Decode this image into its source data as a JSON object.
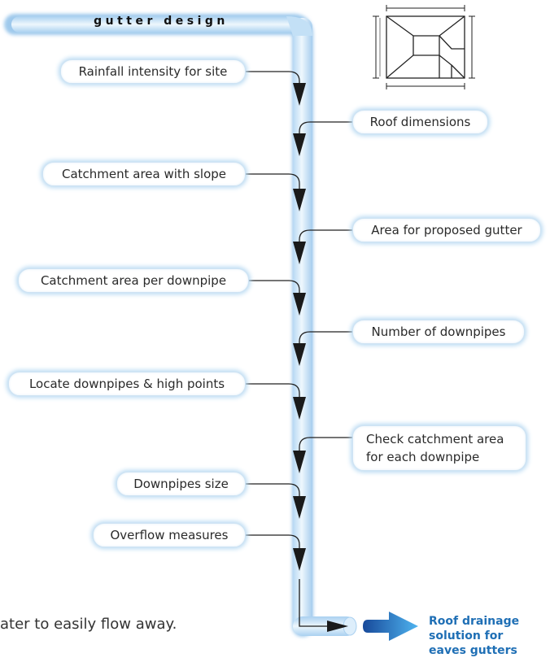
{
  "diagram": {
    "title": "gutter design",
    "left_steps": [
      "Rainfall intensity for site",
      "Catchment area with slope",
      "Catchment area  per downpipe",
      "Locate downpipes & high points",
      "Downpipes size",
      "Overflow measures"
    ],
    "right_steps": [
      "Roof dimensions",
      "Area for proposed gutter",
      "Number of downpipes"
    ],
    "right_step_multiline": [
      "Check catchment area",
      "for each downpipe"
    ],
    "result_lines": [
      "Roof drainage",
      "solution for",
      "eaves gutters"
    ],
    "background_text": "ater to easily flow away.",
    "icons": [
      "roof-plan-icon",
      "arrow-right-icon"
    ],
    "colors": {
      "pipe": "#a9d1f0",
      "pipe_highlight": "#e9f4fc",
      "arrow": "#1f6fb5",
      "result_text": "#1f6fb5"
    }
  }
}
